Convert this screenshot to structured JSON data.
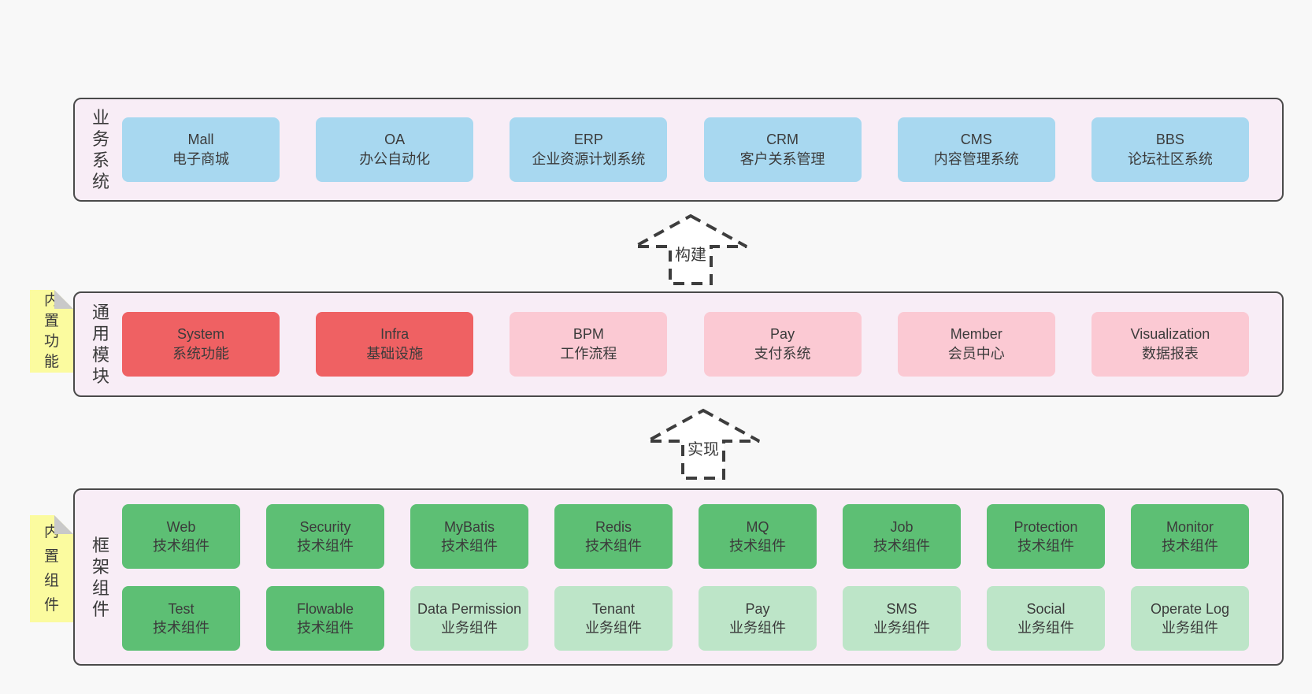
{
  "palette": {
    "page_bg": "#f8f8f8",
    "band_bg": "#f8edf6",
    "band_border": "#4a4a4a",
    "text": "#3b3b3b",
    "blue": "#a8d8f0",
    "red": "#ef6163",
    "pink": "#fbc9d3",
    "green": "#5dbf74",
    "green_light": "#bde5c8",
    "note_yellow": "#fbfb9f",
    "note_fold": "#c9c9c9",
    "arrow_dash": "#3d3d3d",
    "arrow_fill": "#ffffff"
  },
  "arrows": [
    {
      "label": "构建"
    },
    {
      "label": "实现"
    }
  ],
  "bands": [
    {
      "label": "业务系统",
      "rows": [
        [
          {
            "title": "Mall",
            "subtitle": "电子商城",
            "color": "blue"
          },
          {
            "title": "OA",
            "subtitle": "办公自动化",
            "color": "blue"
          },
          {
            "title": "ERP",
            "subtitle": "企业资源计划系统",
            "color": "blue"
          },
          {
            "title": "CRM",
            "subtitle": "客户关系管理",
            "color": "blue"
          },
          {
            "title": "CMS",
            "subtitle": "内容管理系统",
            "color": "blue"
          },
          {
            "title": "BBS",
            "subtitle": "论坛社区系统",
            "color": "blue"
          }
        ]
      ]
    },
    {
      "label": "通用模块",
      "note": "内置功能",
      "rows": [
        [
          {
            "title": "System",
            "subtitle": "系统功能",
            "color": "red"
          },
          {
            "title": "Infra",
            "subtitle": "基础设施",
            "color": "red"
          },
          {
            "title": "BPM",
            "subtitle": "工作流程",
            "color": "pink"
          },
          {
            "title": "Pay",
            "subtitle": "支付系统",
            "color": "pink"
          },
          {
            "title": "Member",
            "subtitle": "会员中心",
            "color": "pink"
          },
          {
            "title": "Visualization",
            "subtitle": "数据报表",
            "color": "pink"
          }
        ]
      ]
    },
    {
      "label": "框架组件",
      "note": "内置组件",
      "rows": [
        [
          {
            "title": "Web",
            "subtitle": "技术组件",
            "color": "green"
          },
          {
            "title": "Security",
            "subtitle": "技术组件",
            "color": "green"
          },
          {
            "title": "MyBatis",
            "subtitle": "技术组件",
            "color": "green"
          },
          {
            "title": "Redis",
            "subtitle": "技术组件",
            "color": "green"
          },
          {
            "title": "MQ",
            "subtitle": "技术组件",
            "color": "green"
          },
          {
            "title": "Job",
            "subtitle": "技术组件",
            "color": "green"
          },
          {
            "title": "Protection",
            "subtitle": "技术组件",
            "color": "green"
          },
          {
            "title": "Monitor",
            "subtitle": "技术组件",
            "color": "green"
          }
        ],
        [
          {
            "title": "Test",
            "subtitle": "技术组件",
            "color": "green"
          },
          {
            "title": "Flowable",
            "subtitle": "技术组件",
            "color": "green"
          },
          {
            "title": "Data Permission",
            "subtitle": "业务组件",
            "color": "green_light"
          },
          {
            "title": "Tenant",
            "subtitle": "业务组件",
            "color": "green_light"
          },
          {
            "title": "Pay",
            "subtitle": "业务组件",
            "color": "green_light"
          },
          {
            "title": "SMS",
            "subtitle": "业务组件",
            "color": "green_light"
          },
          {
            "title": "Social",
            "subtitle": "业务组件",
            "color": "green_light"
          },
          {
            "title": "Operate Log",
            "subtitle": "业务组件",
            "color": "green_light"
          }
        ]
      ]
    }
  ]
}
